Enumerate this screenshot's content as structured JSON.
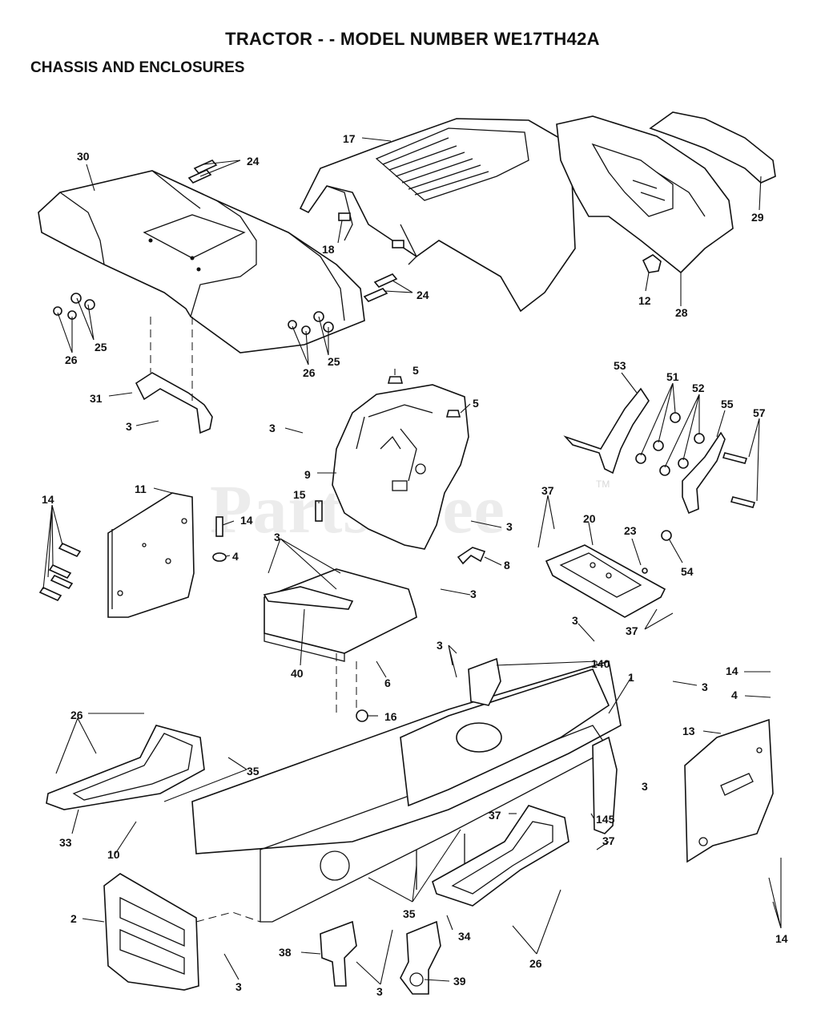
{
  "title": "TRACTOR - - MODEL NUMBER WE17TH42A",
  "subtitle": "CHASSIS AND ENCLOSURES",
  "watermark": "PartsTree",
  "watermark_tm": "TM",
  "labels": [
    {
      "id": "l30",
      "text": "30"
    },
    {
      "id": "l24a",
      "text": "24"
    },
    {
      "id": "l17",
      "text": "17"
    },
    {
      "id": "l29",
      "text": "29"
    },
    {
      "id": "l18",
      "text": "18"
    },
    {
      "id": "l12",
      "text": "12"
    },
    {
      "id": "l28",
      "text": "28"
    },
    {
      "id": "l24b",
      "text": "24"
    },
    {
      "id": "l25a",
      "text": "25"
    },
    {
      "id": "l26a",
      "text": "26"
    },
    {
      "id": "l26b",
      "text": "26"
    },
    {
      "id": "l25b",
      "text": "25"
    },
    {
      "id": "l5a",
      "text": "5"
    },
    {
      "id": "l5b",
      "text": "5"
    },
    {
      "id": "l31",
      "text": "31"
    },
    {
      "id": "l3a",
      "text": "3"
    },
    {
      "id": "l3b",
      "text": "3"
    },
    {
      "id": "l53",
      "text": "53"
    },
    {
      "id": "l51",
      "text": "51"
    },
    {
      "id": "l52",
      "text": "52"
    },
    {
      "id": "l55",
      "text": "55"
    },
    {
      "id": "l57",
      "text": "57"
    },
    {
      "id": "l9",
      "text": "9"
    },
    {
      "id": "l11",
      "text": "11"
    },
    {
      "id": "l14a",
      "text": "14"
    },
    {
      "id": "l15",
      "text": "15"
    },
    {
      "id": "l14b",
      "text": "14"
    },
    {
      "id": "l37a",
      "text": "37"
    },
    {
      "id": "l20",
      "text": "20"
    },
    {
      "id": "l23",
      "text": "23"
    },
    {
      "id": "l3c",
      "text": "3"
    },
    {
      "id": "l54",
      "text": "54"
    },
    {
      "id": "l4a",
      "text": "4"
    },
    {
      "id": "l3d",
      "text": "3"
    },
    {
      "id": "l8",
      "text": "8"
    },
    {
      "id": "l3e",
      "text": "3"
    },
    {
      "id": "l37b",
      "text": "37"
    },
    {
      "id": "l40",
      "text": "40"
    },
    {
      "id": "l6",
      "text": "6"
    },
    {
      "id": "l3f",
      "text": "3"
    },
    {
      "id": "l3g",
      "text": "3"
    },
    {
      "id": "l140",
      "text": "140"
    },
    {
      "id": "l1",
      "text": "1"
    },
    {
      "id": "l3h",
      "text": "3"
    },
    {
      "id": "l14c",
      "text": "14"
    },
    {
      "id": "l4b",
      "text": "4"
    },
    {
      "id": "l16",
      "text": "16"
    },
    {
      "id": "l26c",
      "text": "26"
    },
    {
      "id": "l13",
      "text": "13"
    },
    {
      "id": "l35a",
      "text": "35"
    },
    {
      "id": "l3i",
      "text": "3"
    },
    {
      "id": "l37c",
      "text": "37"
    },
    {
      "id": "l145",
      "text": "145"
    },
    {
      "id": "l33",
      "text": "33"
    },
    {
      "id": "l10",
      "text": "10"
    },
    {
      "id": "l37d",
      "text": "37"
    },
    {
      "id": "l2",
      "text": "2"
    },
    {
      "id": "l35b",
      "text": "35"
    },
    {
      "id": "l34",
      "text": "34"
    },
    {
      "id": "l14d",
      "text": "14"
    },
    {
      "id": "l26d",
      "text": "26"
    },
    {
      "id": "l38",
      "text": "38"
    },
    {
      "id": "l39",
      "text": "39"
    },
    {
      "id": "l3j",
      "text": "3"
    },
    {
      "id": "l3k",
      "text": "3"
    }
  ]
}
